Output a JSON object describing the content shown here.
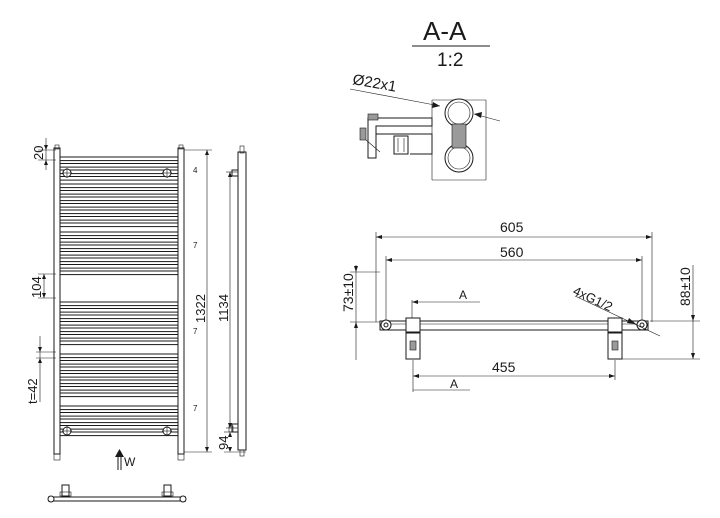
{
  "section_title": "A-A",
  "section_scale": "1:2",
  "pipe_diameter": "Ø22x1",
  "dims": {
    "top_gap": "20",
    "gap_104": "104",
    "tube_42": "t=42",
    "height_1322": "1322",
    "height_1134": "1134",
    "bottom_94": "94",
    "width_605": "605",
    "width_560": "560",
    "width_455": "455",
    "depth_73": "73±10",
    "depth_88": "88±10",
    "threads": "4xG1/2"
  },
  "tube_counts": {
    "c1": "4",
    "c2": "7",
    "c3": "7",
    "c4": "7"
  },
  "section_marks": {
    "upper": "A",
    "lower": "A"
  },
  "wall_marker": "W"
}
